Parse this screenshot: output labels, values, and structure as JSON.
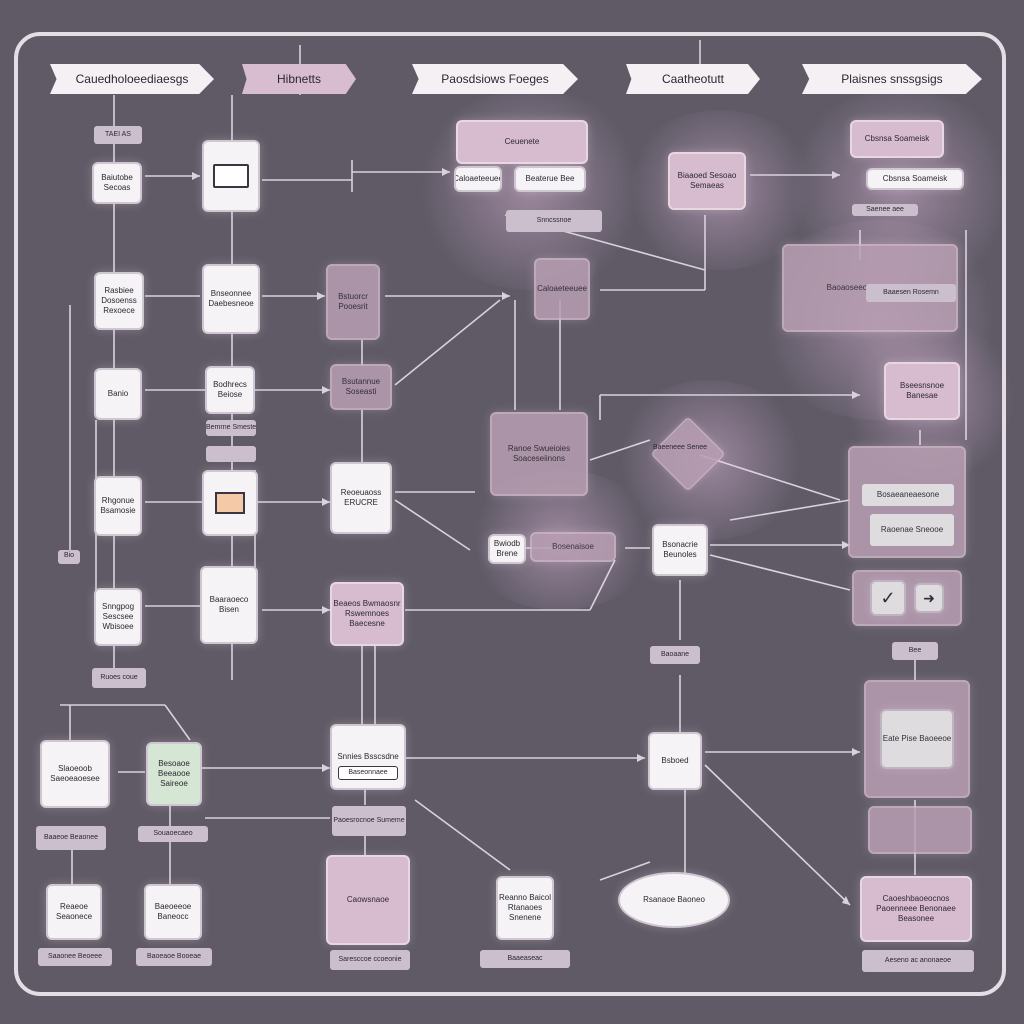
{
  "headers": [
    {
      "label": "Cauedholoeediaesgs"
    },
    {
      "label": "Hibnetts"
    },
    {
      "label": "Paosdsiows Foeges"
    },
    {
      "label": "Caatheotutt"
    },
    {
      "label": "Plaisnes snssgsigs"
    }
  ],
  "nodes": {
    "c1_tag": "TAEI AS",
    "c1_a": "Baiutobe Secoas",
    "c1_b": "Rasbiee Dosoenss Rexoece",
    "c1_c": "Banio",
    "c1_d": "Rhgonue Bsamosie",
    "c1_e": "Snngpog Sescsee Wbisoee",
    "c1_side": "Bio",
    "c1_bottom": "Ruoes coue",
    "c2_b": "Bnseonnee Daebesneoe",
    "c2_c": "Bodhrecs Beiose",
    "c2_c_lbl": "Bemrne Smeste",
    "c2_e": "Baaraoeco Bisen",
    "c3_b": "Bstuorcr Pooesrit",
    "c3_c": "Bsutannue Soseasti",
    "c3_d": "Reoeuaoss ERUCRE",
    "c3_e": "Beaeos Bwmaosnr Rswemnoes Baecesne",
    "c3_f": "Snnies Bsscsdne",
    "c3_f_lbl": "Baseonnaee",
    "c3_g_lbl": "Paoesrocnoe Sumeme",
    "c3_h": "Caowsnaoe",
    "c3_h_lbl": "Saresccoe ccoeonie",
    "c4_a": "Ceuenete",
    "c4_b": "Caloaeteeuee",
    "c4_c": "Beaterue Bee",
    "c4_d": "Snncssnoe",
    "c4_e": "Ranoe Swueioies Soaceseiinons",
    "c4_f": "Bwiodb Brene",
    "c4_f2": "Bosenaisoe",
    "c4_g": "Reanno Baicol Rtanaoes Snenene",
    "c4_g_lbl": "Baaeaseac",
    "c5_a": "Biaaoed Sesoao Semaeas",
    "c5_b": "Baeeneee Senee",
    "c5_c": "Bsonacrie Beunoles",
    "c5_d": "Baoaane",
    "c5_e": "Bsboed",
    "c5_f": "Rsanaoe Baoneo",
    "c6_a": "Cbsnsa Soameisk",
    "c6_a_lbl": "Saenee aee",
    "c6_b": "Baoaoseeoe Sawaetsne",
    "c6_b_lbl": "Baaesen Rosemn",
    "c6_c": "Bseesnsnoe Banesae",
    "c6_d": "Bosaeaneaesone",
    "c6_e": "Raoenae Sneooe",
    "c6_f": "Bee",
    "c6_g": "Eate Pise Baoeeoe",
    "c6_h": "Caoeshbaoeocnos Paoenneee Benonaee Beasonee",
    "c6_h_lbl": "Aeseno ac anonaeoe",
    "bl_a": "Slaoeoob Saeoeaoesee",
    "bl_a_lbl": "Baaeoe Beaonee",
    "bl_b": "Besoaoe Beeaooe Saireoe",
    "bl_b_lbl": "Souaoecaeo",
    "bl_c": "Reaeoe Seaonece",
    "bl_c_lbl": "Saaonee Beoeee",
    "bl_d": "Baeoeeoe Baneocc",
    "bl_d_lbl": "Baoeaoe Booeae"
  },
  "colors": {
    "background": "#5f5a66",
    "frame": "#e4dde6",
    "node_fill": "#f6f3f6",
    "accent_pink": "#d7bccf",
    "wire": "#d9d2dd"
  }
}
